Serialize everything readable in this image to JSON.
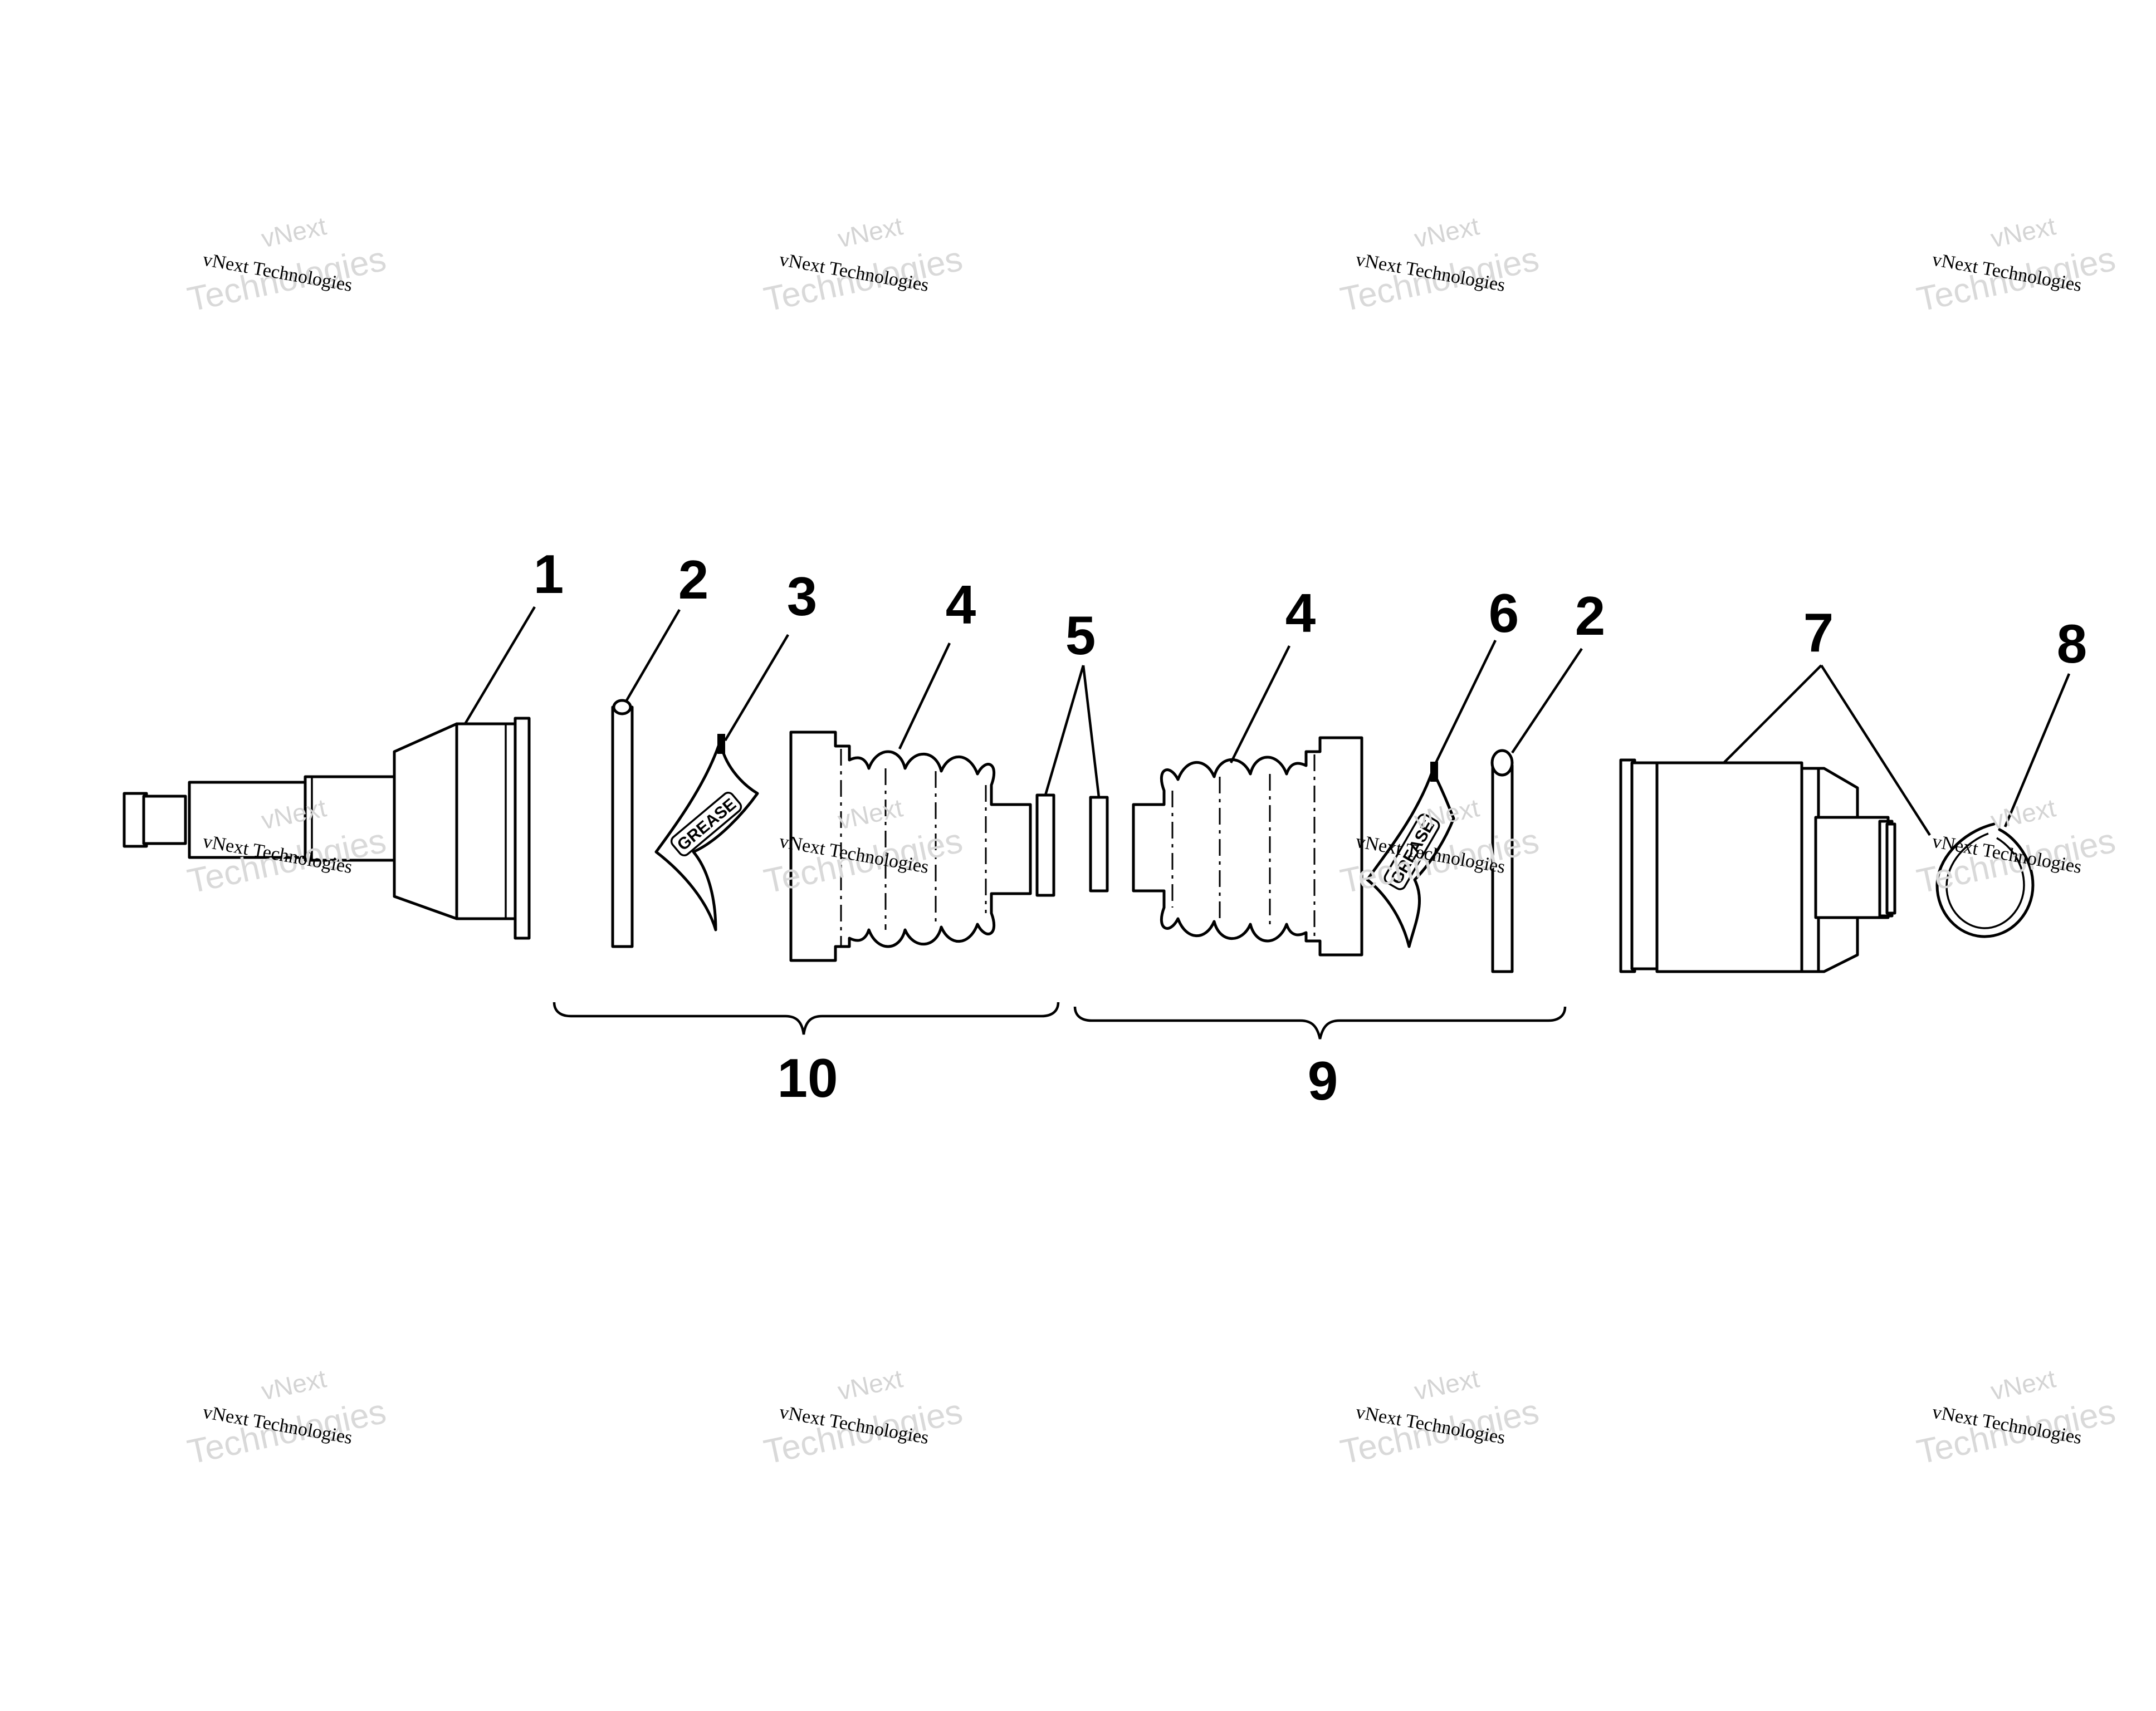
{
  "callouts": {
    "c1": "1",
    "c2a": "2",
    "c3": "3",
    "c4a": "4",
    "c5": "5",
    "c4b": "4",
    "c6": "6",
    "c2b": "2",
    "c7": "7",
    "c8": "8",
    "c10": "10",
    "c9": "9"
  },
  "grease_labels": {
    "left": "GREASE",
    "right": "GREASE"
  },
  "watermark": {
    "line1": "vNext Technologies",
    "line2": "Technologies",
    "line3": "vNext"
  }
}
